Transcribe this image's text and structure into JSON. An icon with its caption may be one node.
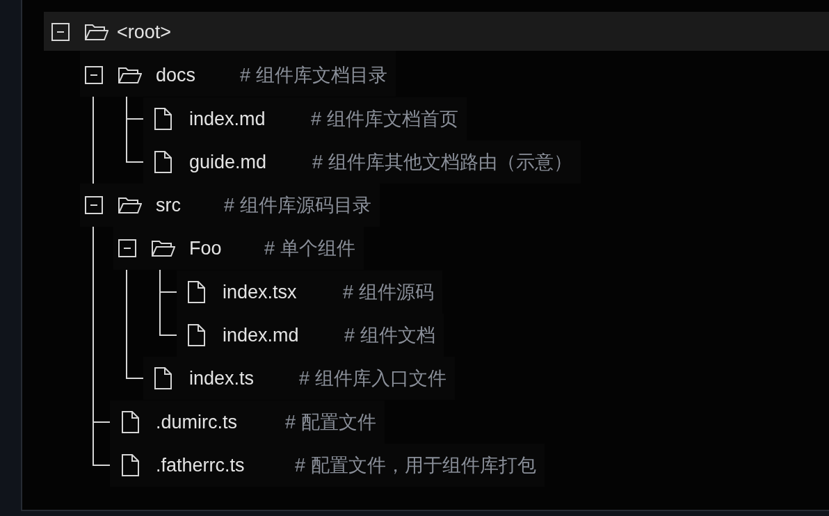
{
  "diagram": {
    "nodes": [
      {
        "text": [
          "<root>"
        ]
      },
      {
        "text": [
          "docs",
          "# 组件库文档目录"
        ]
      },
      {
        "text": [
          "index.md",
          "# 组件库文档首页"
        ]
      },
      {
        "text": [
          "guide.md",
          "# 组件库其他文档路由（示意）"
        ]
      },
      {
        "text": [
          "src",
          "# 组件库源码目录"
        ]
      },
      {
        "text": [
          "Foo",
          "# 单个组件"
        ]
      },
      {
        "text": [
          "index.tsx",
          "# 组件源码"
        ]
      },
      {
        "text": [
          "index.md",
          "# 组件文档"
        ]
      },
      {
        "text": [
          "index.ts",
          "# 组件库入口文件"
        ]
      },
      {
        "text": [
          ".dumirc.ts",
          "# 配置文件"
        ]
      },
      {
        "text": [
          ".fatherrc.ts",
          "# 配置文件，用于组件库打包"
        ]
      }
    ],
    "edges": [
      {
        "from": 1,
        "to": 2,
        "arrow": "none"
      },
      {
        "from": 1,
        "to": 3,
        "arrow": "none"
      },
      {
        "from": 1,
        "to": 4,
        "arrow": "none"
      },
      {
        "from": 5,
        "to": 6,
        "arrow": "none"
      },
      {
        "from": 5,
        "to": 7,
        "arrow": "none"
      },
      {
        "from": 5,
        "to": 8,
        "arrow": "none"
      },
      {
        "from": 4,
        "to": 9,
        "arrow": "none"
      },
      {
        "from": 4,
        "to": 10,
        "arrow": "none"
      }
    ]
  }
}
